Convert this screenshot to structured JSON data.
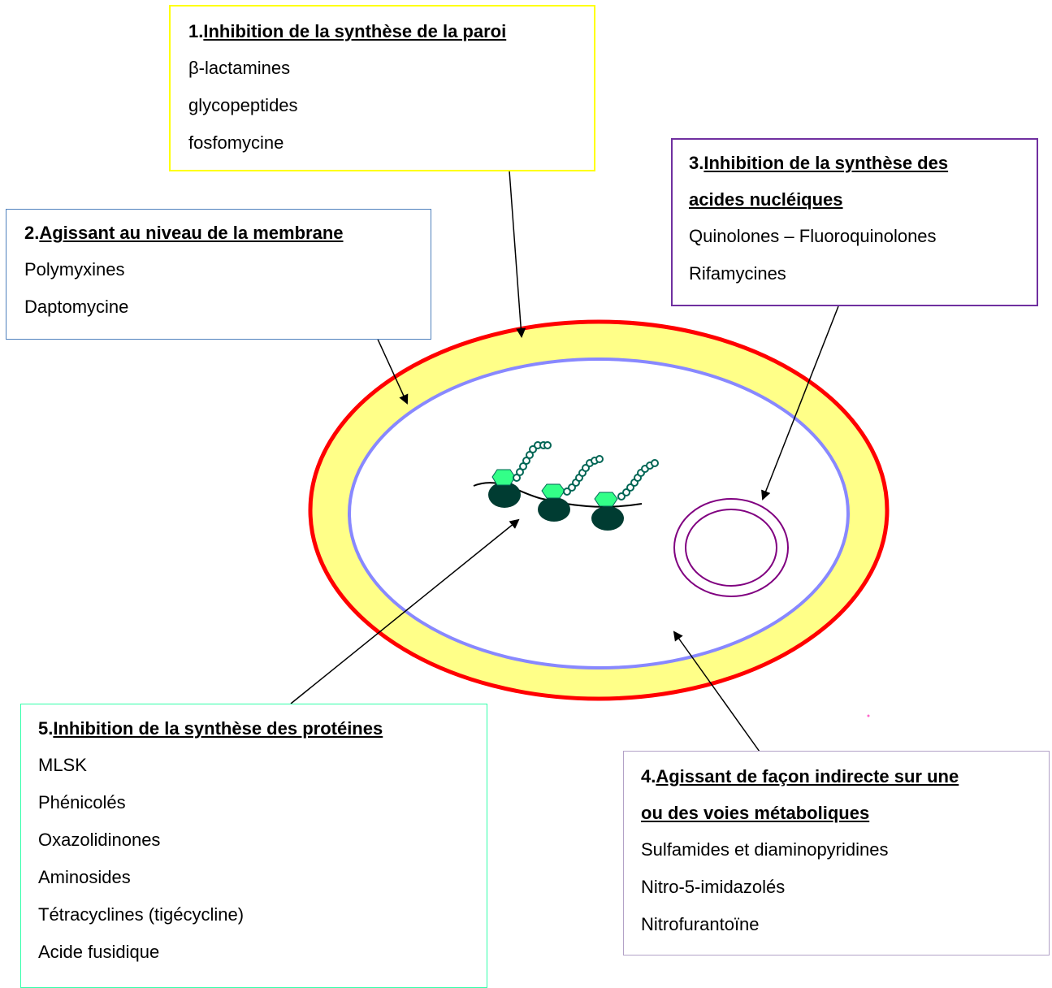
{
  "colors": {
    "box1": "#ffff00",
    "box2": "#4f81bd",
    "box3": "#7030a0",
    "box4": "#b3a2c7",
    "box5": "#33ffaa",
    "wall_outer": "#ff0000",
    "wall_fill": "#ffff88",
    "membrane": "#8888ff",
    "ribosome_small": "#33ff88",
    "ribosome_large": "#003c32",
    "trna": "#006655",
    "plasmid": "#800080"
  },
  "boxes": {
    "b1": {
      "num": "1.",
      "title": "Inhibition de la synthèse de la paroi",
      "items": [
        "β-lactamines",
        "glycopeptides",
        "fosfomycine"
      ]
    },
    "b2": {
      "num": "2.",
      "title": "Agissant au niveau de la membrane",
      "items": [
        "Polymyxines",
        "Daptomycine"
      ]
    },
    "b3": {
      "num": "3.",
      "title1": "Inhibition de la synthèse des",
      "title2": "acides nucléiques",
      "items": [
        "Quinolones – Fluoroquinolones",
        "Rifamycines"
      ]
    },
    "b4": {
      "num": "4.",
      "title1": "Agissant de façon indirecte sur une",
      "title2": "ou des voies métaboliques",
      "items": [
        "Sulfamides et diaminopyridines",
        "Nitro-5-imidazolés",
        "Nitrofurantoïne"
      ]
    },
    "b5": {
      "num": "5.",
      "title": "Inhibition de la synthèse des protéines",
      "items": [
        "MLSK",
        "Phénicolés",
        "Oxazolidinones",
        "Aminosides",
        "Tétracyclines (tigécycline)",
        "Acide fusidique"
      ]
    }
  }
}
